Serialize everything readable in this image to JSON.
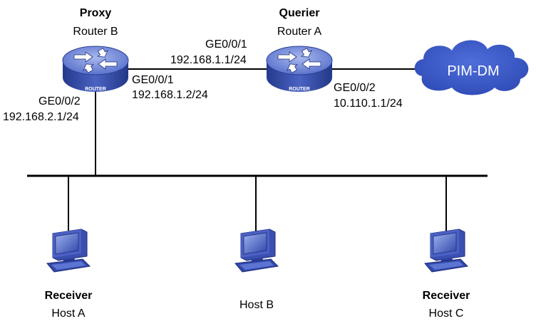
{
  "router_b": {
    "role": "Proxy",
    "name": "Router B",
    "badge": "ROUTER",
    "port1_name": "GE0/0/1",
    "port1_ip": "192.168.1.2/24",
    "port2_name": "GE0/0/2",
    "port2_ip": "192.168.2.1/24"
  },
  "router_a": {
    "role": "Querier",
    "name": "Router A",
    "badge": "ROUTER",
    "port1_name": "GE0/0/1",
    "port1_ip": "192.168.1.1/24",
    "port2_name": "GE0/0/2",
    "port2_ip": "10.110.1.1/24"
  },
  "cloud": {
    "label": "PIM-DM"
  },
  "host_a": {
    "role": "Receiver",
    "name": "Host A"
  },
  "host_b": {
    "name": "Host B"
  },
  "host_c": {
    "role": "Receiver",
    "name": "Host C"
  },
  "colors": {
    "router_blue": "#3f56b0",
    "router_top": "#7f95dc",
    "cloud_blue": "#3a57c4",
    "line": "#000000",
    "pc_blue": "#2e3f9a"
  },
  "icons": {
    "router": "router-icon",
    "cloud": "cloud-icon",
    "pc": "pc-icon"
  }
}
